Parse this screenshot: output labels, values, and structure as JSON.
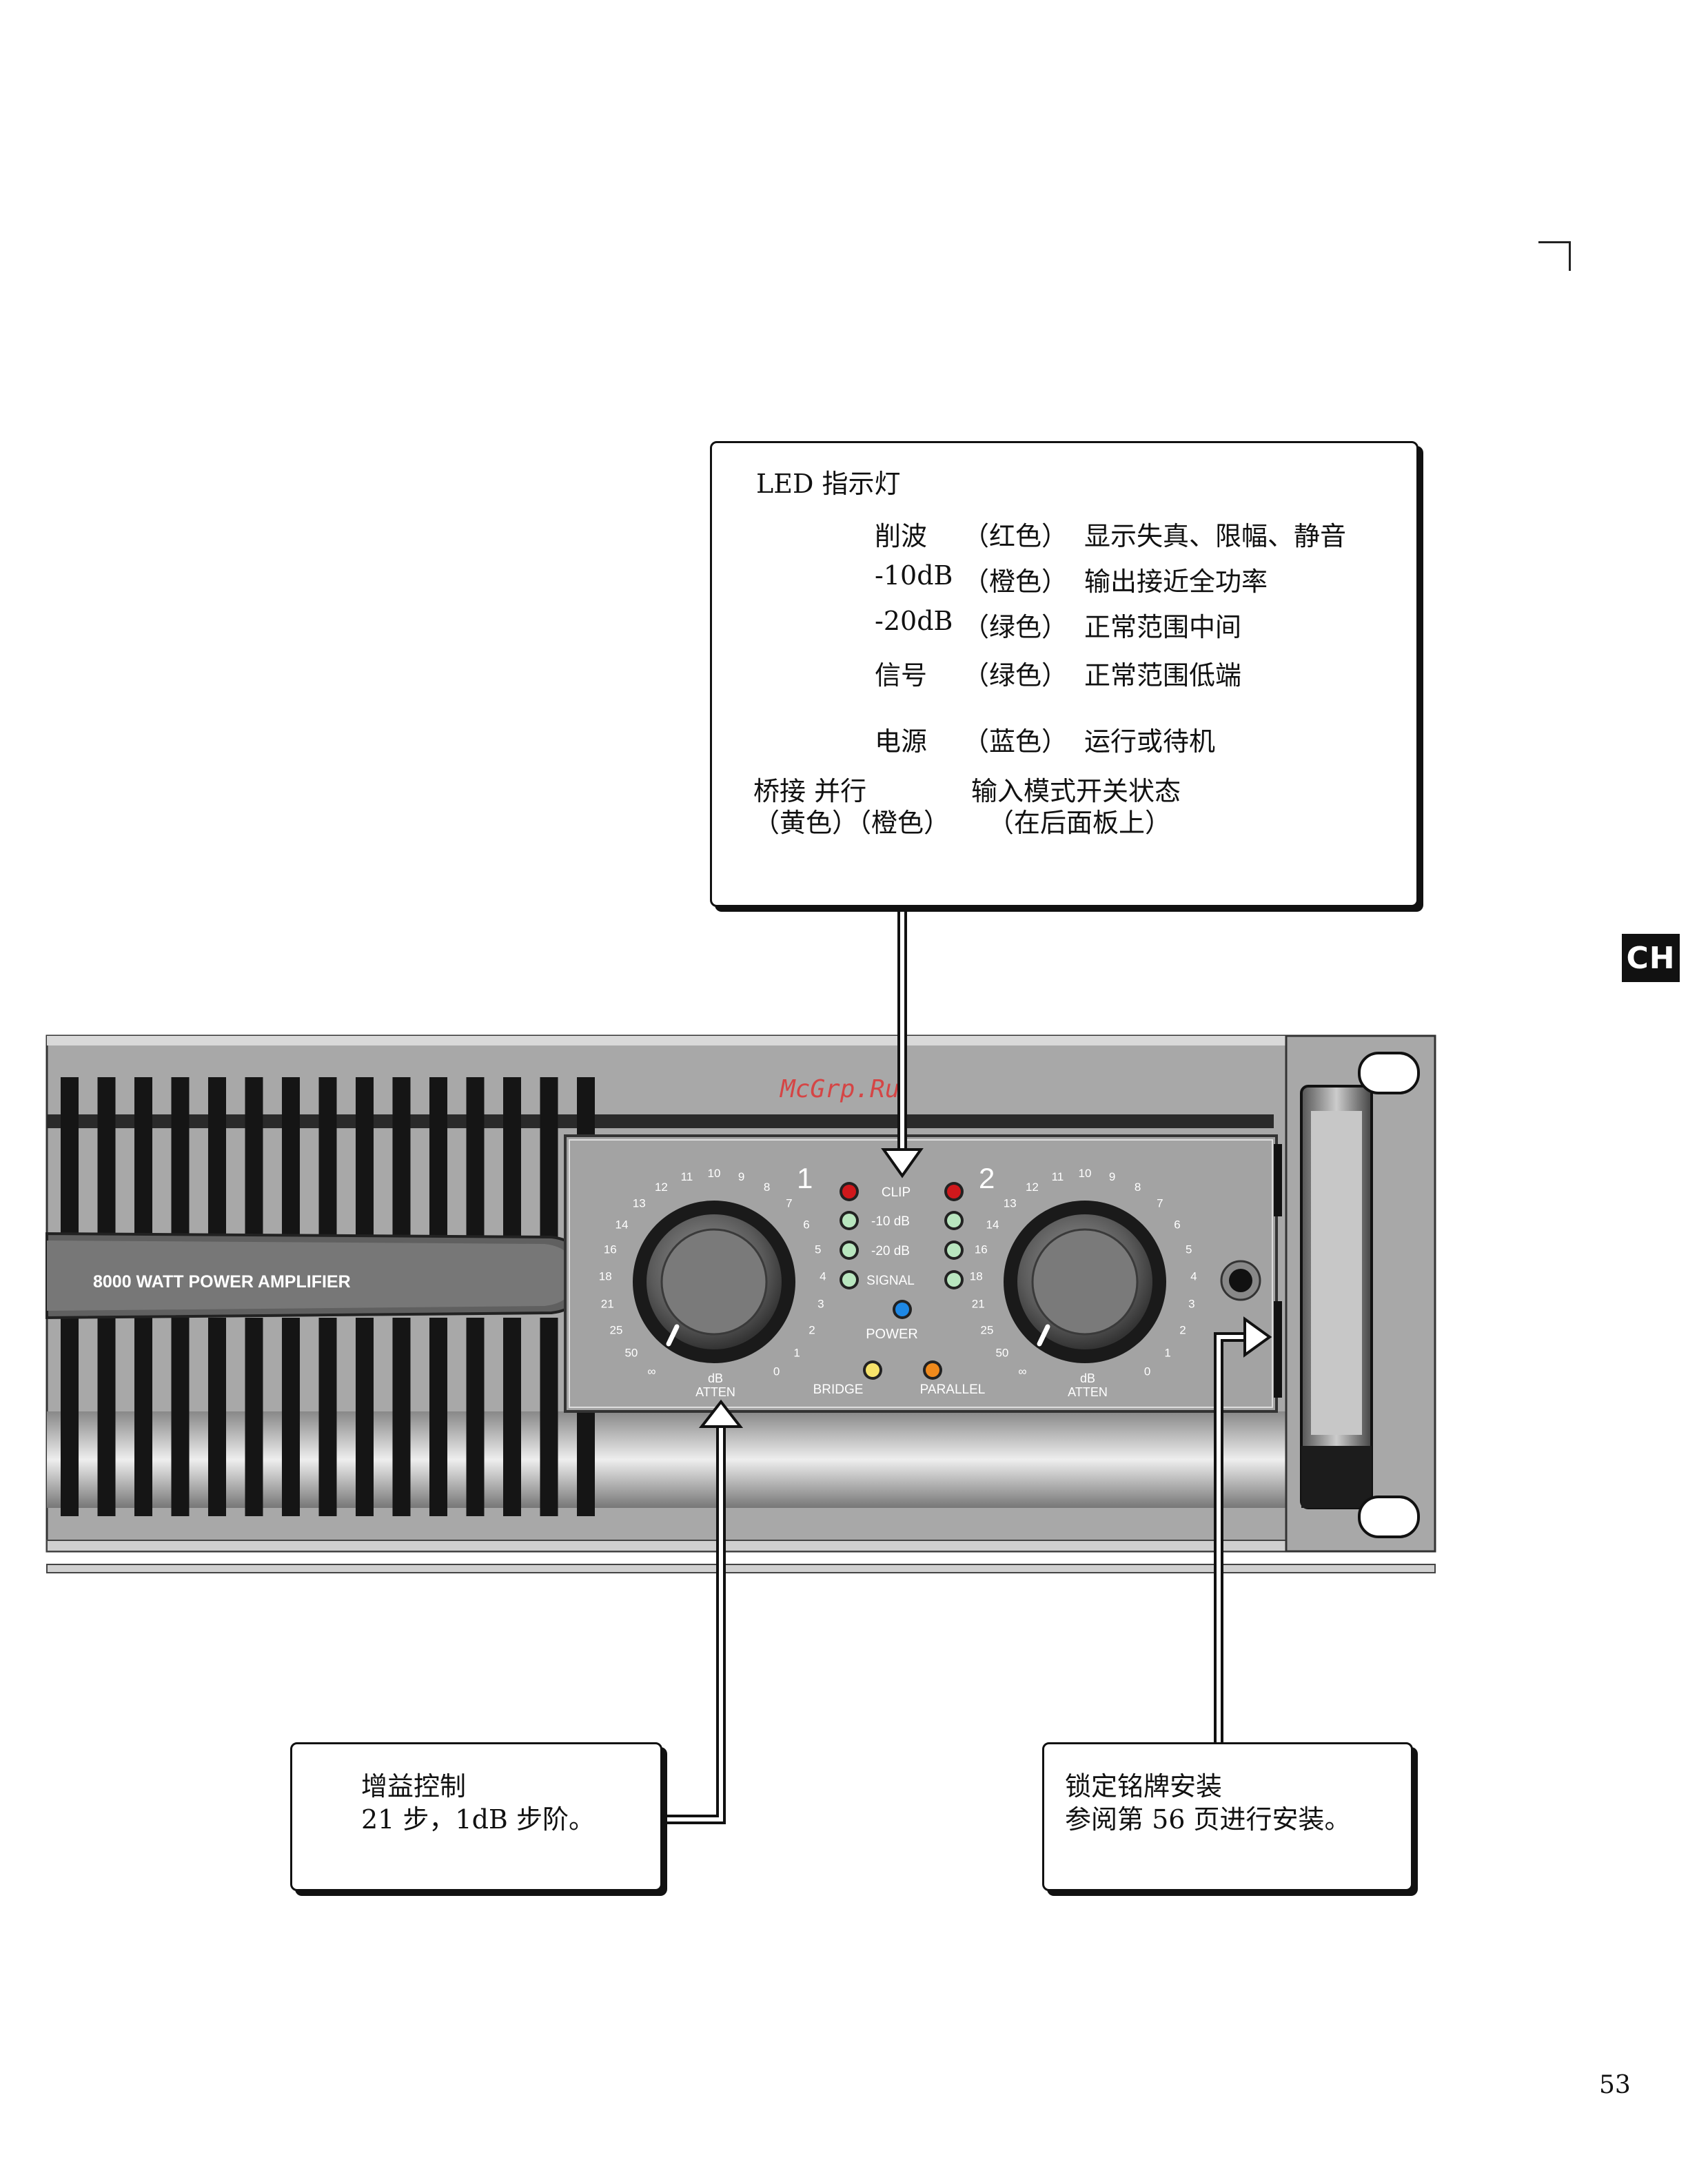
{
  "led_callout": {
    "title": "LED 指示灯",
    "rows": [
      {
        "name": "削波",
        "color": "（红色）",
        "desc": "显示失真、限幅、静音"
      },
      {
        "name": "-10dB",
        "color": "（橙色）",
        "desc": "输出接近全功率"
      },
      {
        "name": "-20dB",
        "color": "（绿色）",
        "desc": "正常范围中间"
      },
      {
        "name": "信号",
        "color": "（绿色）",
        "desc": "正常范围低端"
      },
      {
        "name": "电源",
        "color": "（蓝色）",
        "desc": "运行或待机"
      }
    ],
    "mode_names": "桥接 并行",
    "mode_colors": "（黄色）（橙色）",
    "mode_desc": "输入模式开关状态",
    "mode_desc2": "（在后面板上）"
  },
  "gain_callout": {
    "title": "增益控制",
    "desc": "21 步，1dB 步阶。"
  },
  "lock_callout": {
    "title": "锁定铭牌安装",
    "desc": "参阅第 56 页进行安装。"
  },
  "panel": {
    "model": "8000 WATT POWER AMPLIFIER",
    "watermark": "McGrp.Ru",
    "ch1": "1",
    "ch2": "2",
    "led_labels": [
      "CLIP",
      "-10 dB",
      "-20 dB",
      "SIGNAL"
    ],
    "power_label": "POWER",
    "bridge_label": "BRIDGE",
    "parallel_label": "PARALLEL",
    "knob_db": "dB",
    "knob_atten": "ATTEN",
    "scale_ticks": [
      "∞",
      "50",
      "25",
      "21",
      "18",
      "16",
      "14",
      "13",
      "12",
      "11",
      "10",
      "9",
      "8",
      "7",
      "6",
      "5",
      "4",
      "3",
      "2",
      "1",
      "0"
    ],
    "colors": {
      "clip": "#d0181c",
      "minus10": "#b9e6bf",
      "minus20": "#b9e6bf",
      "signal": "#b9e6bf",
      "power": "#1e88e5",
      "bridge": "#f7e36b",
      "parallel": "#f08a1c"
    }
  },
  "side_tab": "CH",
  "page_number": "53"
}
